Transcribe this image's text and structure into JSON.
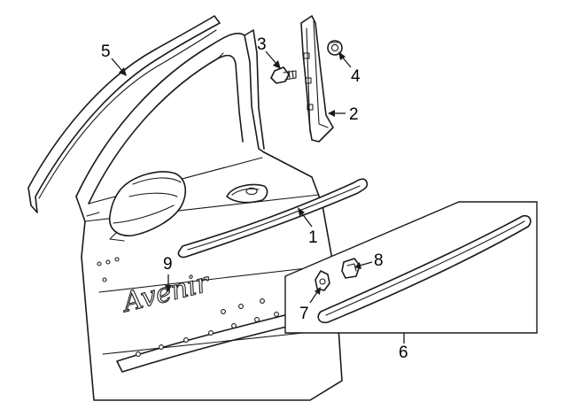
{
  "diagram": {
    "callouts": [
      {
        "id": "1",
        "label": "1"
      },
      {
        "id": "2",
        "label": "2"
      },
      {
        "id": "3",
        "label": "3"
      },
      {
        "id": "4",
        "label": "4"
      },
      {
        "id": "5",
        "label": "5"
      },
      {
        "id": "6",
        "label": "6"
      },
      {
        "id": "7",
        "label": "7"
      },
      {
        "id": "8",
        "label": "8"
      },
      {
        "id": "9",
        "label": "9"
      }
    ],
    "emblem_text": "Avenir"
  },
  "colors": {
    "line": "#1a1a1a",
    "background": "#ffffff"
  }
}
